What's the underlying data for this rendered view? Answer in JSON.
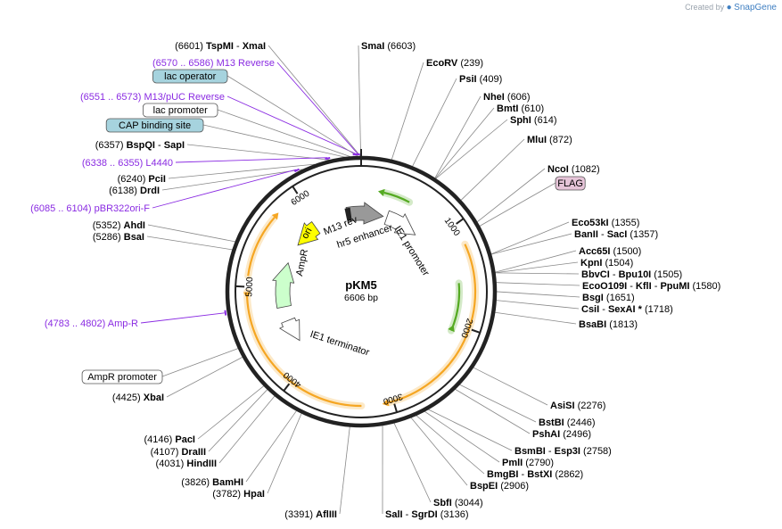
{
  "brand": {
    "created_by": "Created by",
    "name": "SnapGene"
  },
  "plasmid": {
    "name": "pKM5",
    "size": "6606 bp"
  },
  "enzymes_left": [
    {
      "pre": "(6601)",
      "name": "TspMI",
      "sep": "-",
      "name2": "XmaI"
    },
    {
      "pre": "(6357)",
      "name": "BspQI",
      "sep": "-",
      "name2": "SapI"
    },
    {
      "pre": "(6240)",
      "name": "PciI"
    },
    {
      "pre": "(6138)",
      "name": "DrdI"
    },
    {
      "pre": "(5352)",
      "name": "AhdI"
    },
    {
      "pre": "(5286)",
      "name": "BsaI"
    },
    {
      "pre": "(4425)",
      "name": "XbaI"
    },
    {
      "pre": "(4146)",
      "name": "PacI"
    },
    {
      "pre": "(4107)",
      "name": "DraIII"
    },
    {
      "pre": "(4031)",
      "name": "HindIII"
    },
    {
      "pre": "(3826)",
      "name": "BamHI"
    },
    {
      "pre": "(3782)",
      "name": "HpaI"
    },
    {
      "pre": "(3391)",
      "name": "AflIII"
    }
  ],
  "enzymes_right": [
    {
      "name": "SmaI",
      "post": "(6603)"
    },
    {
      "name": "EcoRV",
      "post": "(239)"
    },
    {
      "name": "PsiI",
      "post": "(409)"
    },
    {
      "name": "NheI",
      "post": "(606)"
    },
    {
      "name": "BmtI",
      "post": "(610)"
    },
    {
      "name": "SphI",
      "post": "(614)"
    },
    {
      "name": "MluI",
      "post": "(872)"
    },
    {
      "name": "NcoI",
      "post": "(1082)"
    },
    {
      "name": "Eco53kI",
      "post": "(1355)"
    },
    {
      "name": "BanII",
      "sep": "-",
      "name2": "SacI",
      "post": "(1357)"
    },
    {
      "name": "Acc65I",
      "post": "(1500)"
    },
    {
      "name": "KpnI",
      "post": "(1504)"
    },
    {
      "name": "BbvCI",
      "sep": "-",
      "name2": "Bpu10I",
      "post": "(1505)"
    },
    {
      "name": "EcoO109I",
      "sep": "-",
      "name2": "KflI",
      "sep2": "-",
      "name3": "PpuMI",
      "post": "(1580)"
    },
    {
      "name": "BsgI",
      "post": "(1651)"
    },
    {
      "name": "CsiI",
      "sep": "-",
      "name2": "SexAI *",
      "post": "(1718)"
    },
    {
      "name": "BsaBI",
      "post": "(1813)"
    },
    {
      "name": "AsiSI",
      "post": "(2276)"
    },
    {
      "name": "BstBI",
      "post": "(2446)"
    },
    {
      "name": "PshAI",
      "post": "(2496)"
    },
    {
      "name": "BsmBI",
      "sep": "-",
      "name2": "Esp3I",
      "post": "(2758)"
    },
    {
      "name": "PmlI",
      "post": "(2790)"
    },
    {
      "name": "BmgBI",
      "sep": "-",
      "name2": "BstXI",
      "post": "(2862)"
    },
    {
      "name": "BspEI",
      "post": "(2906)"
    },
    {
      "name": "SbfI",
      "post": "(3044)"
    },
    {
      "name": "SalI",
      "sep": "-",
      "name2": "SgrDI",
      "post": "(3136)"
    }
  ],
  "primers": [
    {
      "range": "(6570 .. 6586)",
      "name": "M13 Reverse"
    },
    {
      "range": "(6551 .. 6573)",
      "name": "M13/pUC Reverse"
    },
    {
      "range": "(6338 .. 6355)",
      "name": "L4440"
    },
    {
      "range": "(6085 .. 6104)",
      "name": "pBR322ori-F"
    },
    {
      "range": "(4783 .. 4802)",
      "name": "Amp-R"
    }
  ],
  "boxed_labels": [
    {
      "text": "lac operator",
      "style": "blue"
    },
    {
      "text": "lac promoter",
      "style": "white"
    },
    {
      "text": "CAP binding site",
      "style": "blue"
    },
    {
      "text": "FLAG",
      "style": "pink"
    },
    {
      "text": "AmpR promoter",
      "style": "white"
    }
  ],
  "inner_features": [
    {
      "name": "ori",
      "color": "#ffff00"
    },
    {
      "name": "AmpR",
      "color": "#ccffcc"
    },
    {
      "name": "M13 rev",
      "color": "#000000"
    },
    {
      "name": "hr5 enhancer",
      "color": "#999999"
    },
    {
      "name": "IE1 promoter",
      "color": "#ffffff"
    },
    {
      "name": "IE1 terminator",
      "color": "#ffffff"
    }
  ],
  "ticks": [
    "1000",
    "2000",
    "3000",
    "4000",
    "5000",
    "6000"
  ],
  "colors": {
    "ring": "#222222",
    "orf": "#f5a623",
    "green_orf": "#55aa22",
    "primer": "#8a2be2",
    "box_blue": "#a6d3de",
    "box_pink": "#e6c4d8",
    "line": "#888888"
  }
}
